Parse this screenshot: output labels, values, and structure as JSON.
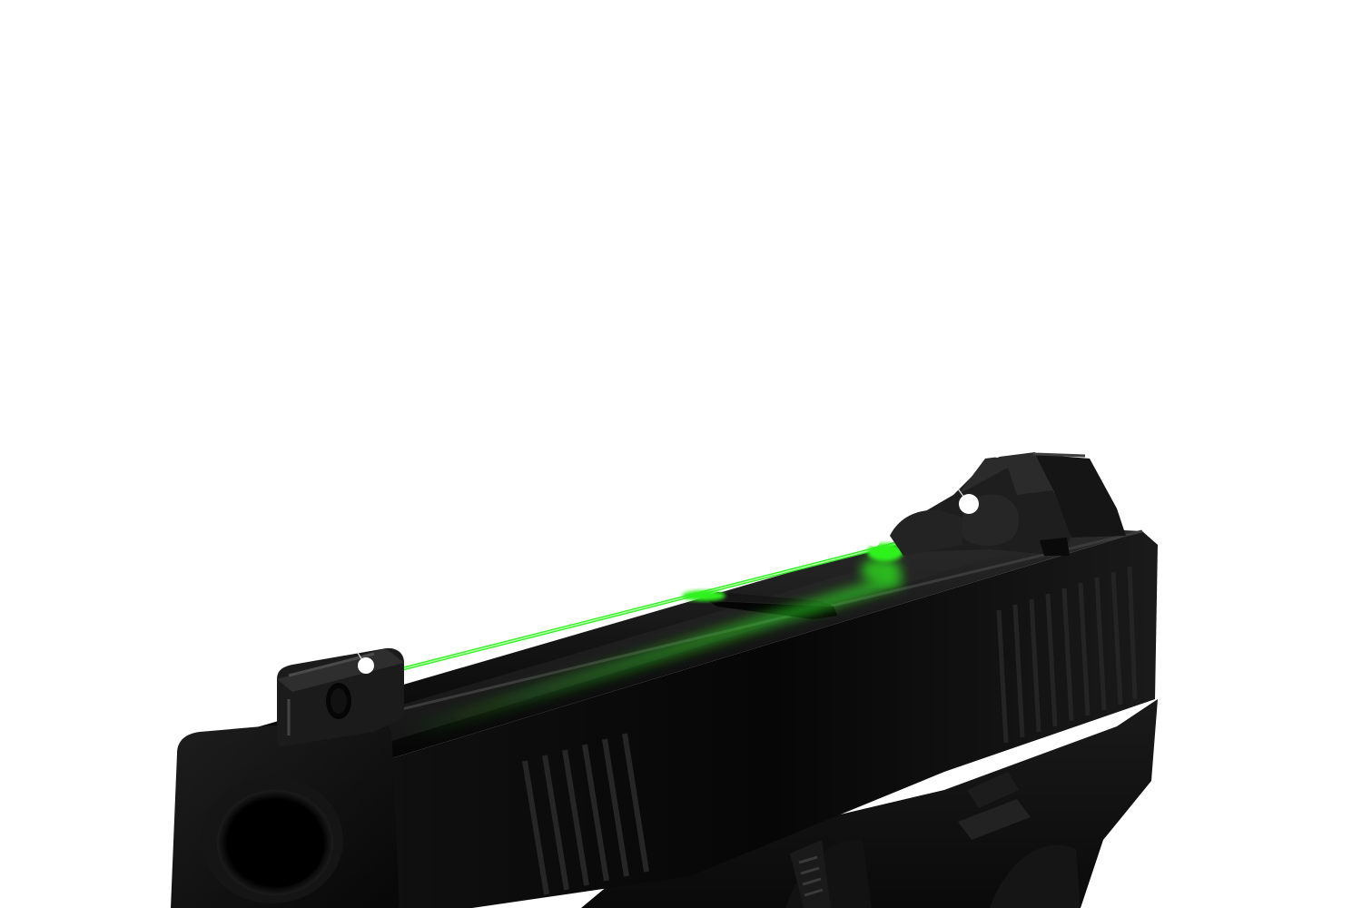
{
  "scene": {
    "subject": "handgun-slide-with-sight-fiber",
    "background_color": "#ffffff",
    "slide_color": "#0b0b0b",
    "fiber_color": "#2ef21e",
    "hotspot_color": "#ffffff"
  },
  "hotspots": [
    {
      "id": "front-sight"
    },
    {
      "id": "fiber-midpoint"
    },
    {
      "id": "rear-sight-notch"
    },
    {
      "id": "rear-sight-top"
    }
  ]
}
